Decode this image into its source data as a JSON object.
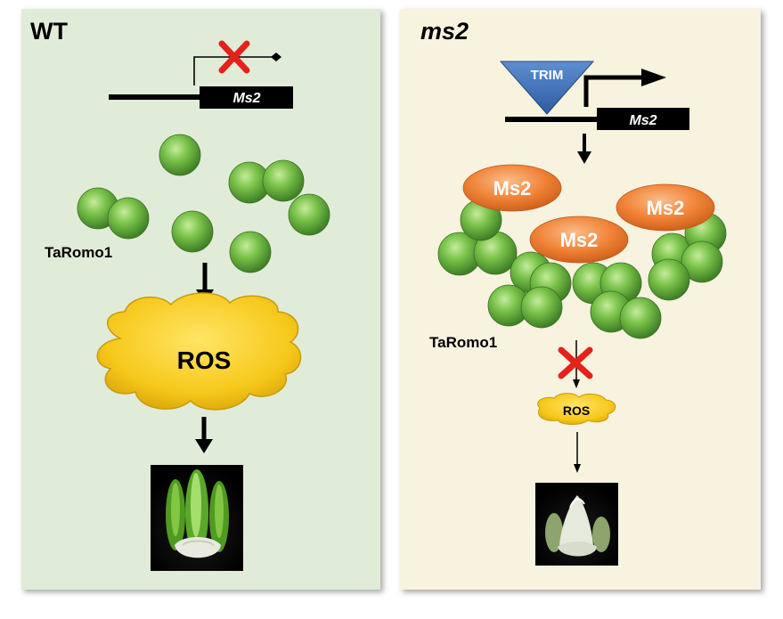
{
  "panels": {
    "wt": {
      "title": "WT",
      "gene_label": "Ms2",
      "protein_label": "TaRomo1",
      "ros_label": "ROS"
    },
    "ms2": {
      "title": "ms2",
      "insertion_label": "TRIM",
      "gene_label": "Ms2",
      "protein_labels": [
        "Ms2",
        "Ms2",
        "Ms2"
      ],
      "interactor_label": "TaRomo1",
      "ros_label": "ROS"
    }
  },
  "colors": {
    "wt_background": "#e1ecd8",
    "ms2_background": "#f7f3df",
    "taromo1_sphere": "#69b33f",
    "ms2_protein": "#f07d2e",
    "ros_cloud": "#f5c518",
    "trim_triangle": "#3f6fb5",
    "block_cross": "#e4221b"
  }
}
